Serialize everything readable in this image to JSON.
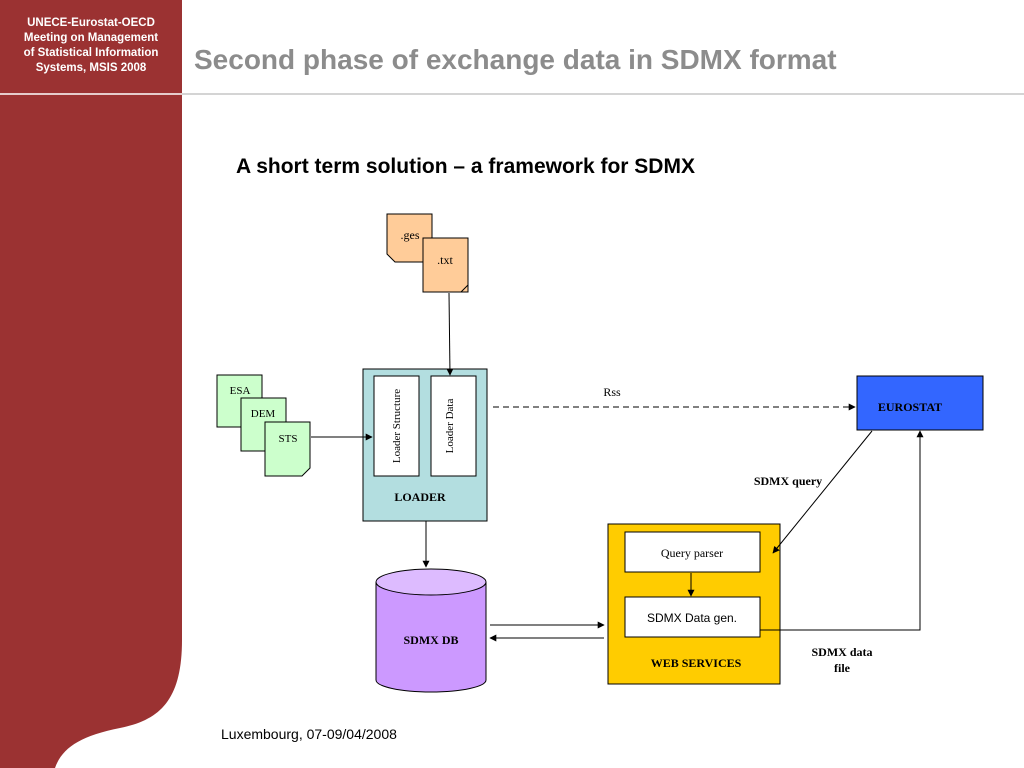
{
  "header": {
    "org_lines": [
      "UNECE-Eurostat-OECD",
      "Meeting on Management",
      "of Statistical Information",
      "Systems, MSIS 2008"
    ],
    "title": "Second phase of exchange data in SDMX format"
  },
  "subtitle": "A short term solution – a framework for SDMX",
  "diagram": {
    "files": {
      "ges": ".ges",
      "txt": ".txt",
      "esa": "ESA",
      "dem": "DEM",
      "sts": "STS"
    },
    "loader": {
      "label": "LOADER",
      "structure": "Loader Structure",
      "data": "Loader Data"
    },
    "db": "SDMX DB",
    "eurostat": "EUROSTAT",
    "rss": "Rss",
    "sdmx_query": "SDMX query",
    "sdmx_data_file": [
      "SDMX data",
      "file"
    ],
    "web_services": {
      "label": "WEB SERVICES",
      "query_parser": "Query parser",
      "data_gen": "SDMX Data gen."
    }
  },
  "footer": "Luxembourg, 07-09/04/2008",
  "colors": {
    "sidebar": "#9b3232",
    "title": "#8c8c8c",
    "file_orange": "#ffcc99",
    "file_green": "#ccffcc",
    "loader_fill": "#b3dee0",
    "db_fill": "#cc99ff",
    "eurostat_fill": "#3366ff",
    "web_services_fill": "#ffcc00"
  }
}
